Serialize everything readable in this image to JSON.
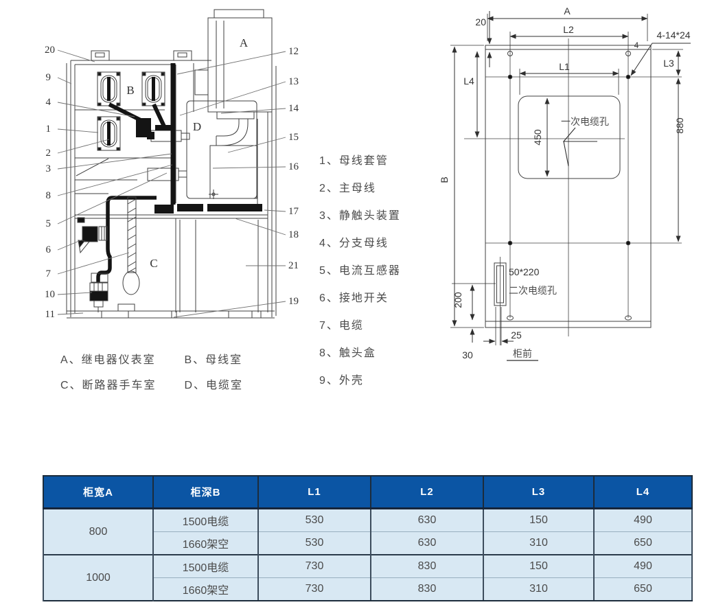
{
  "left_diagram": {
    "letters": {
      "A": "A",
      "B": "B",
      "C": "C",
      "D": "D"
    },
    "callouts_left": [
      "20",
      "9",
      "4",
      "1",
      "2",
      "3",
      "8",
      "5",
      "6",
      "7",
      "10",
      "11"
    ],
    "callouts_right": [
      "12",
      "13",
      "14",
      "15",
      "16",
      "17",
      "18",
      "21",
      "19"
    ]
  },
  "legend": {
    "items": [
      "1、母线套管",
      "2、主母线",
      "3、静触头装置",
      "4、分支母线",
      "5、电流互感器",
      "6、接地开关",
      "7、电缆",
      "8、触头盒",
      "9、外壳"
    ]
  },
  "rooms": {
    "items": [
      "A、继电器仪表室",
      "B、母线室",
      "C、断路器手车室",
      "D、电缆室"
    ]
  },
  "plan": {
    "dim_A": "A",
    "dim_L2": "L2",
    "dim_L1": "L1",
    "dim_L3": "L3",
    "dim_L4": "L4",
    "dim_B": "B",
    "dim_20": "20",
    "dim_4": "4",
    "slots_label": "4-14*24",
    "dim_880": "880",
    "dim_450": "450",
    "primary_hole_label": "一次电缆孔",
    "secondary_hole_size": "50*220",
    "secondary_hole_label": "二次电缆孔",
    "dim_200": "200",
    "dim_25": "25",
    "dim_30": "30",
    "front_label": "柜前"
  },
  "table": {
    "headers": [
      "柜宽A",
      "柜深B",
      "L1",
      "L2",
      "L3",
      "L4"
    ],
    "groups": [
      {
        "width": "800",
        "rows": [
          {
            "depth": "1500电缆",
            "l1": "530",
            "l2": "630",
            "l3": "150",
            "l4": "490"
          },
          {
            "depth": "1660架空",
            "l1": "530",
            "l2": "630",
            "l3": "310",
            "l4": "650"
          }
        ]
      },
      {
        "width": "1000",
        "rows": [
          {
            "depth": "1500电缆",
            "l1": "730",
            "l2": "830",
            "l3": "150",
            "l4": "490"
          },
          {
            "depth": "1660架空",
            "l1": "730",
            "l2": "830",
            "l3": "310",
            "l4": "650"
          }
        ]
      }
    ]
  },
  "colors": {
    "table_header_bg": "#0b55a4",
    "table_row_bg": "#d8e8f3",
    "line": "#3a3a3a"
  }
}
